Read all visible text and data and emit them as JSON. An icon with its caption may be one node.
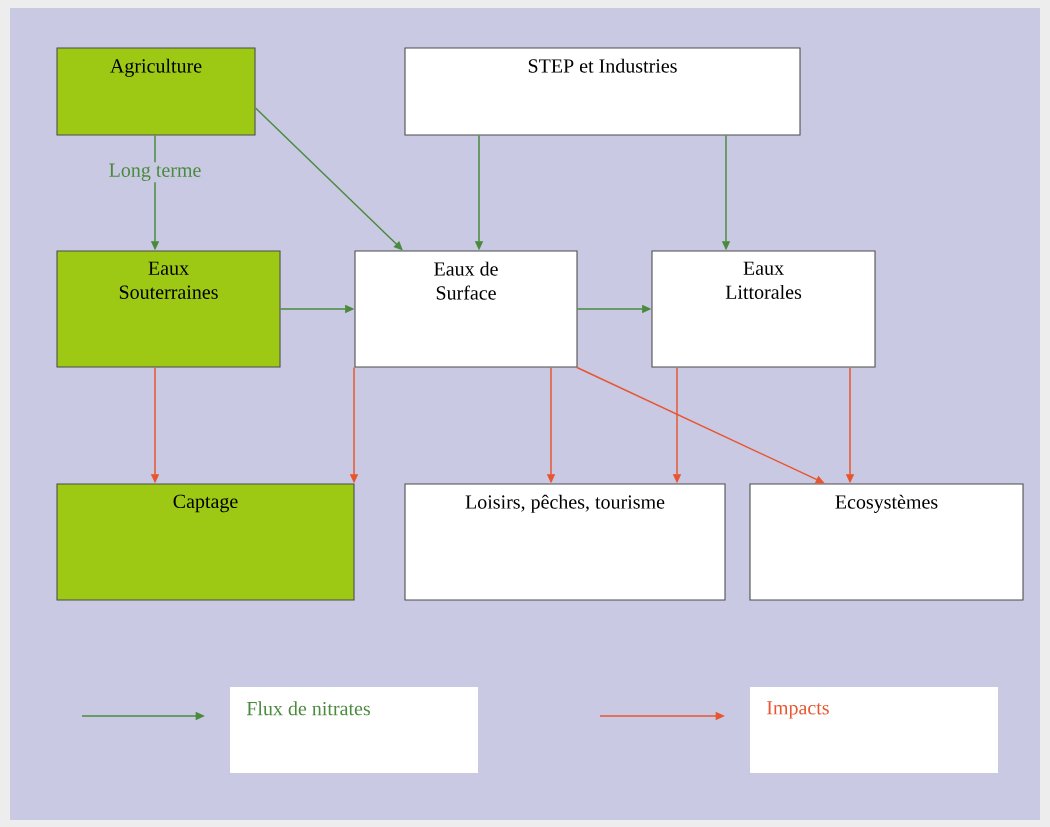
{
  "diagram": {
    "nodes": [
      {
        "text": [
          "Agriculture"
        ]
      },
      {
        "text": [
          "STEP et Industries"
        ]
      },
      {
        "text": [
          "Eaux Souterraines"
        ]
      },
      {
        "text": [
          "Eaux de Surface"
        ]
      },
      {
        "text": [
          "Eaux Littorales"
        ]
      },
      {
        "text": [
          "Captage"
        ]
      },
      {
        "text": [
          "Loisirs, pêches, tourisme"
        ]
      },
      {
        "text": [
          "Ecosystèmes"
        ]
      }
    ],
    "edges": [
      {
        "from": 0,
        "to": 2,
        "arrow": "to",
        "label": "Long terme",
        "color": "#4a8a3c"
      },
      {
        "from": 0,
        "to": 3,
        "arrow": "to",
        "color": "#4a8a3c"
      },
      {
        "from": 1,
        "to": 3,
        "arrow": "to",
        "color": "#4a8a3c"
      },
      {
        "from": 1,
        "to": 4,
        "arrow": "to",
        "color": "#4a8a3c"
      },
      {
        "from": 2,
        "to": 3,
        "arrow": "to",
        "color": "#4a8a3c"
      },
      {
        "from": 3,
        "to": 4,
        "arrow": "to",
        "color": "#4a8a3c"
      },
      {
        "from": 2,
        "to": 5,
        "arrow": "to",
        "color": "#e8552e"
      },
      {
        "from": 3,
        "to": 5,
        "arrow": "to",
        "color": "#e8552e"
      },
      {
        "from": 3,
        "to": 6,
        "arrow": "to",
        "color": "#e8552e"
      },
      {
        "from": 3,
        "to": 7,
        "arrow": "to",
        "color": "#e8552e"
      },
      {
        "from": 4,
        "to": 6,
        "arrow": "to",
        "color": "#e8552e"
      },
      {
        "from": 4,
        "to": 7,
        "arrow": "to",
        "color": "#e8552e"
      }
    ],
    "legend": [
      {
        "text": "Flux de nitrates"
      },
      {
        "text": "Impacts"
      }
    ]
  }
}
